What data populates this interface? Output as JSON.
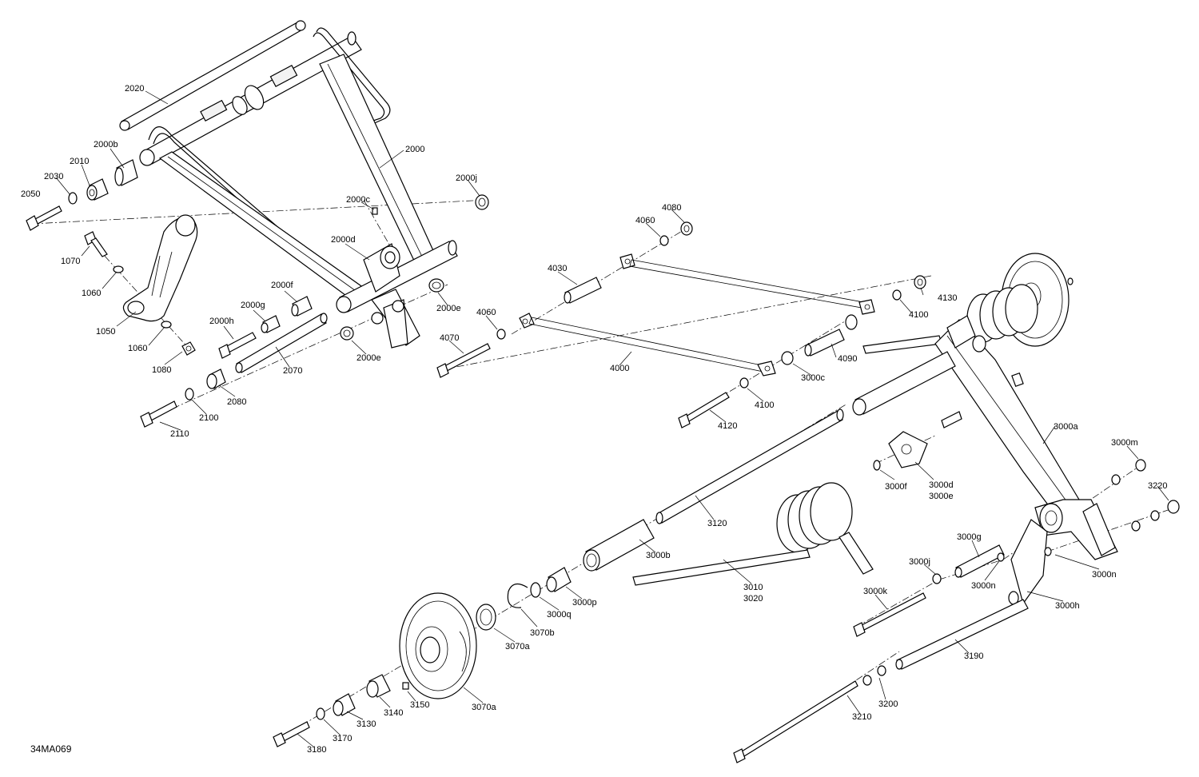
{
  "diagram": {
    "reference_code": "34MA069",
    "labels": {
      "p2020": "2020",
      "p2000b": "2000b",
      "p2010": "2010",
      "p2030": "2030",
      "p2050": "2050",
      "p2000": "2000",
      "p2000j": "2000j",
      "p2000c": "2000c",
      "p2000d": "2000d",
      "p1070": "1070",
      "p1060a": "1060",
      "p1060b": "1060",
      "p1050": "1050",
      "p1080": "1080",
      "p2000f": "2000f",
      "p2000g": "2000g",
      "p2000h": "2000h",
      "p2000e1": "2000e",
      "p2000e2": "2000e",
      "p2070": "2070",
      "p2080": "2080",
      "p2100": "2100",
      "p2110": "2110",
      "p4080": "4080",
      "p4060a": "4060",
      "p4060b": "4060",
      "p4030": "4030",
      "p4070": "4070",
      "p4000": "4000",
      "p4100a": "4100",
      "p4100b": "4100",
      "p4130": "4130",
      "p4090": "4090",
      "p3000c": "3000c",
      "p4120": "4120",
      "p3000a": "3000a",
      "p3000m": "3000m",
      "p3220": "3220",
      "p3000f": "3000f",
      "p3000d": "3000d",
      "p3000e": "3000e",
      "p3120": "3120",
      "p3000b": "3000b",
      "p3010": "3010",
      "p3020": "3020",
      "p3000g": "3000g",
      "p3000j": "3000j",
      "p3000n1": "3000n",
      "p3000n2": "3000n",
      "p3000h": "3000h",
      "p3000k": "3000k",
      "p3000p": "3000p",
      "p3000q": "3000q",
      "p3070b": "3070b",
      "p3070a1": "3070a",
      "p3070a2": "3070a",
      "p3190": "3190",
      "p3150": "3150",
      "p3140": "3140",
      "p3130": "3130",
      "p3170": "3170",
      "p3180": "3180",
      "p3200": "3200",
      "p3210": "3210"
    }
  }
}
